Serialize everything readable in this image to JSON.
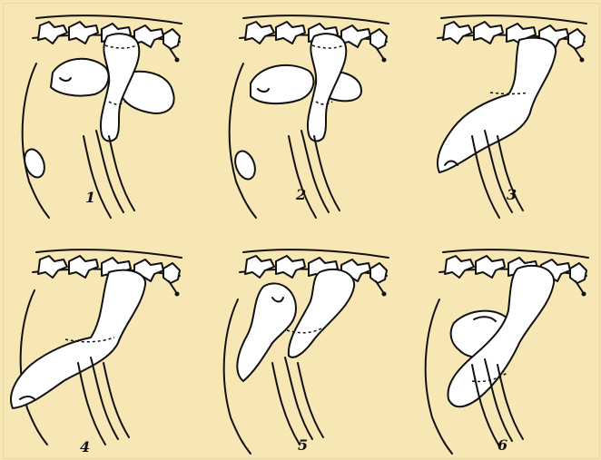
{
  "figure": {
    "background_color": "#f6e7b4",
    "line_color": "#111111",
    "panels": [
      {
        "label": "1"
      },
      {
        "label": "2"
      },
      {
        "label": "3"
      },
      {
        "label": "4"
      },
      {
        "label": "5"
      },
      {
        "label": "6"
      }
    ]
  }
}
